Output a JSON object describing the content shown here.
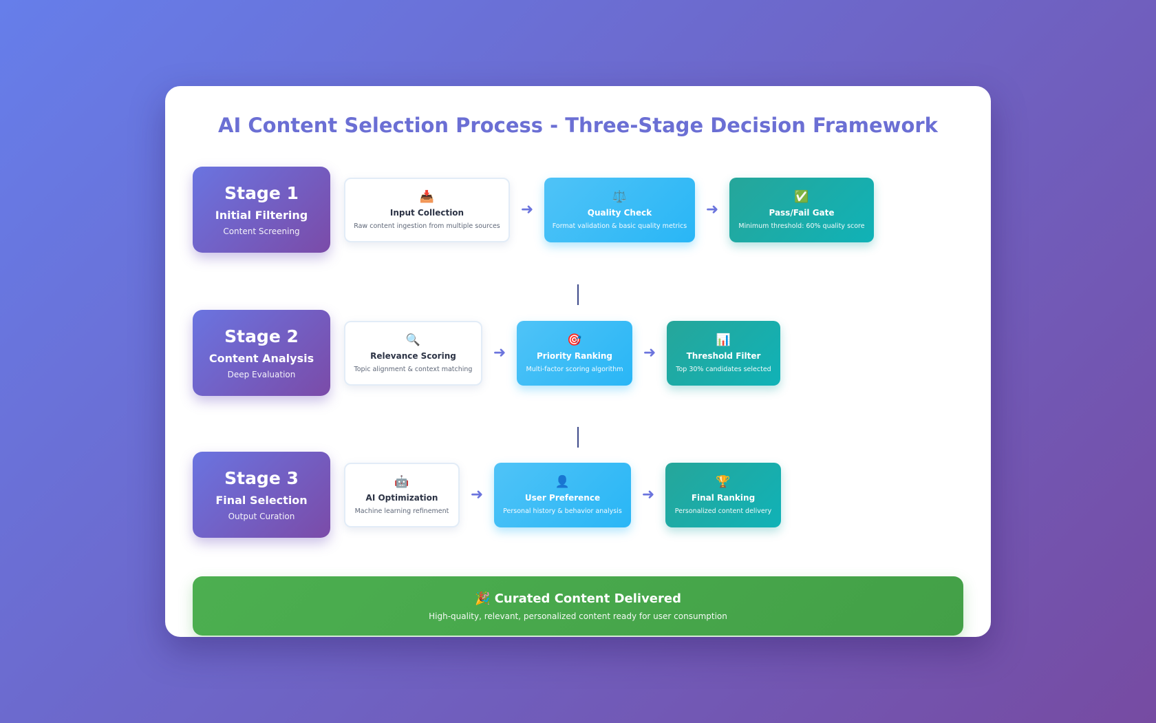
{
  "title": "AI Content Selection Process - Three-Stage Decision Framework",
  "stages": [
    {
      "number": "Stage 1",
      "name": "Initial Filtering",
      "subtitle": "Content Screening",
      "steps": [
        {
          "icon": "📥",
          "icon_name": "inbox-tray-icon",
          "title": "Input Collection",
          "desc": "Raw content ingestion from multiple sources",
          "style": "white"
        },
        {
          "icon": "⚖️",
          "icon_name": "balance-scale-icon",
          "title": "Quality Check",
          "desc": "Format validation & basic quality metrics",
          "style": "blue"
        },
        {
          "icon": "✅",
          "icon_name": "check-mark-icon",
          "title": "Pass/Fail Gate",
          "desc": "Minimum threshold: 60% quality score",
          "style": "teal"
        }
      ]
    },
    {
      "number": "Stage 2",
      "name": "Content Analysis",
      "subtitle": "Deep Evaluation",
      "steps": [
        {
          "icon": "🔍",
          "icon_name": "magnifier-icon",
          "title": "Relevance Scoring",
          "desc": "Topic alignment & context matching",
          "style": "white"
        },
        {
          "icon": "🎯",
          "icon_name": "target-icon",
          "title": "Priority Ranking",
          "desc": "Multi-factor scoring algorithm",
          "style": "blue"
        },
        {
          "icon": "📊",
          "icon_name": "bar-chart-icon",
          "title": "Threshold Filter",
          "desc": "Top 30% candidates selected",
          "style": "teal"
        }
      ]
    },
    {
      "number": "Stage 3",
      "name": "Final Selection",
      "subtitle": "Output Curation",
      "steps": [
        {
          "icon": "🤖",
          "icon_name": "robot-icon",
          "title": "AI Optimization",
          "desc": "Machine learning refinement",
          "style": "white"
        },
        {
          "icon": "👤",
          "icon_name": "user-icon",
          "title": "User Preference",
          "desc": "Personal history & behavior analysis",
          "style": "blue"
        },
        {
          "icon": "🏆",
          "icon_name": "trophy-icon",
          "title": "Final Ranking",
          "desc": "Personalized content delivery",
          "style": "teal"
        }
      ]
    }
  ],
  "arrow_glyph": "➜",
  "result": {
    "icon": "🎉",
    "title": "Curated Content Delivered",
    "subtitle": "High-quality, relevant, personalized content ready for user consumption"
  },
  "colors": {
    "title": "#6b6fd4",
    "stage_gradient": [
      "#6a74e0",
      "#7b4ba8"
    ],
    "step_blue": "#29b6f6",
    "step_teal": "#10b2b7",
    "result_green": "#4caf50"
  }
}
